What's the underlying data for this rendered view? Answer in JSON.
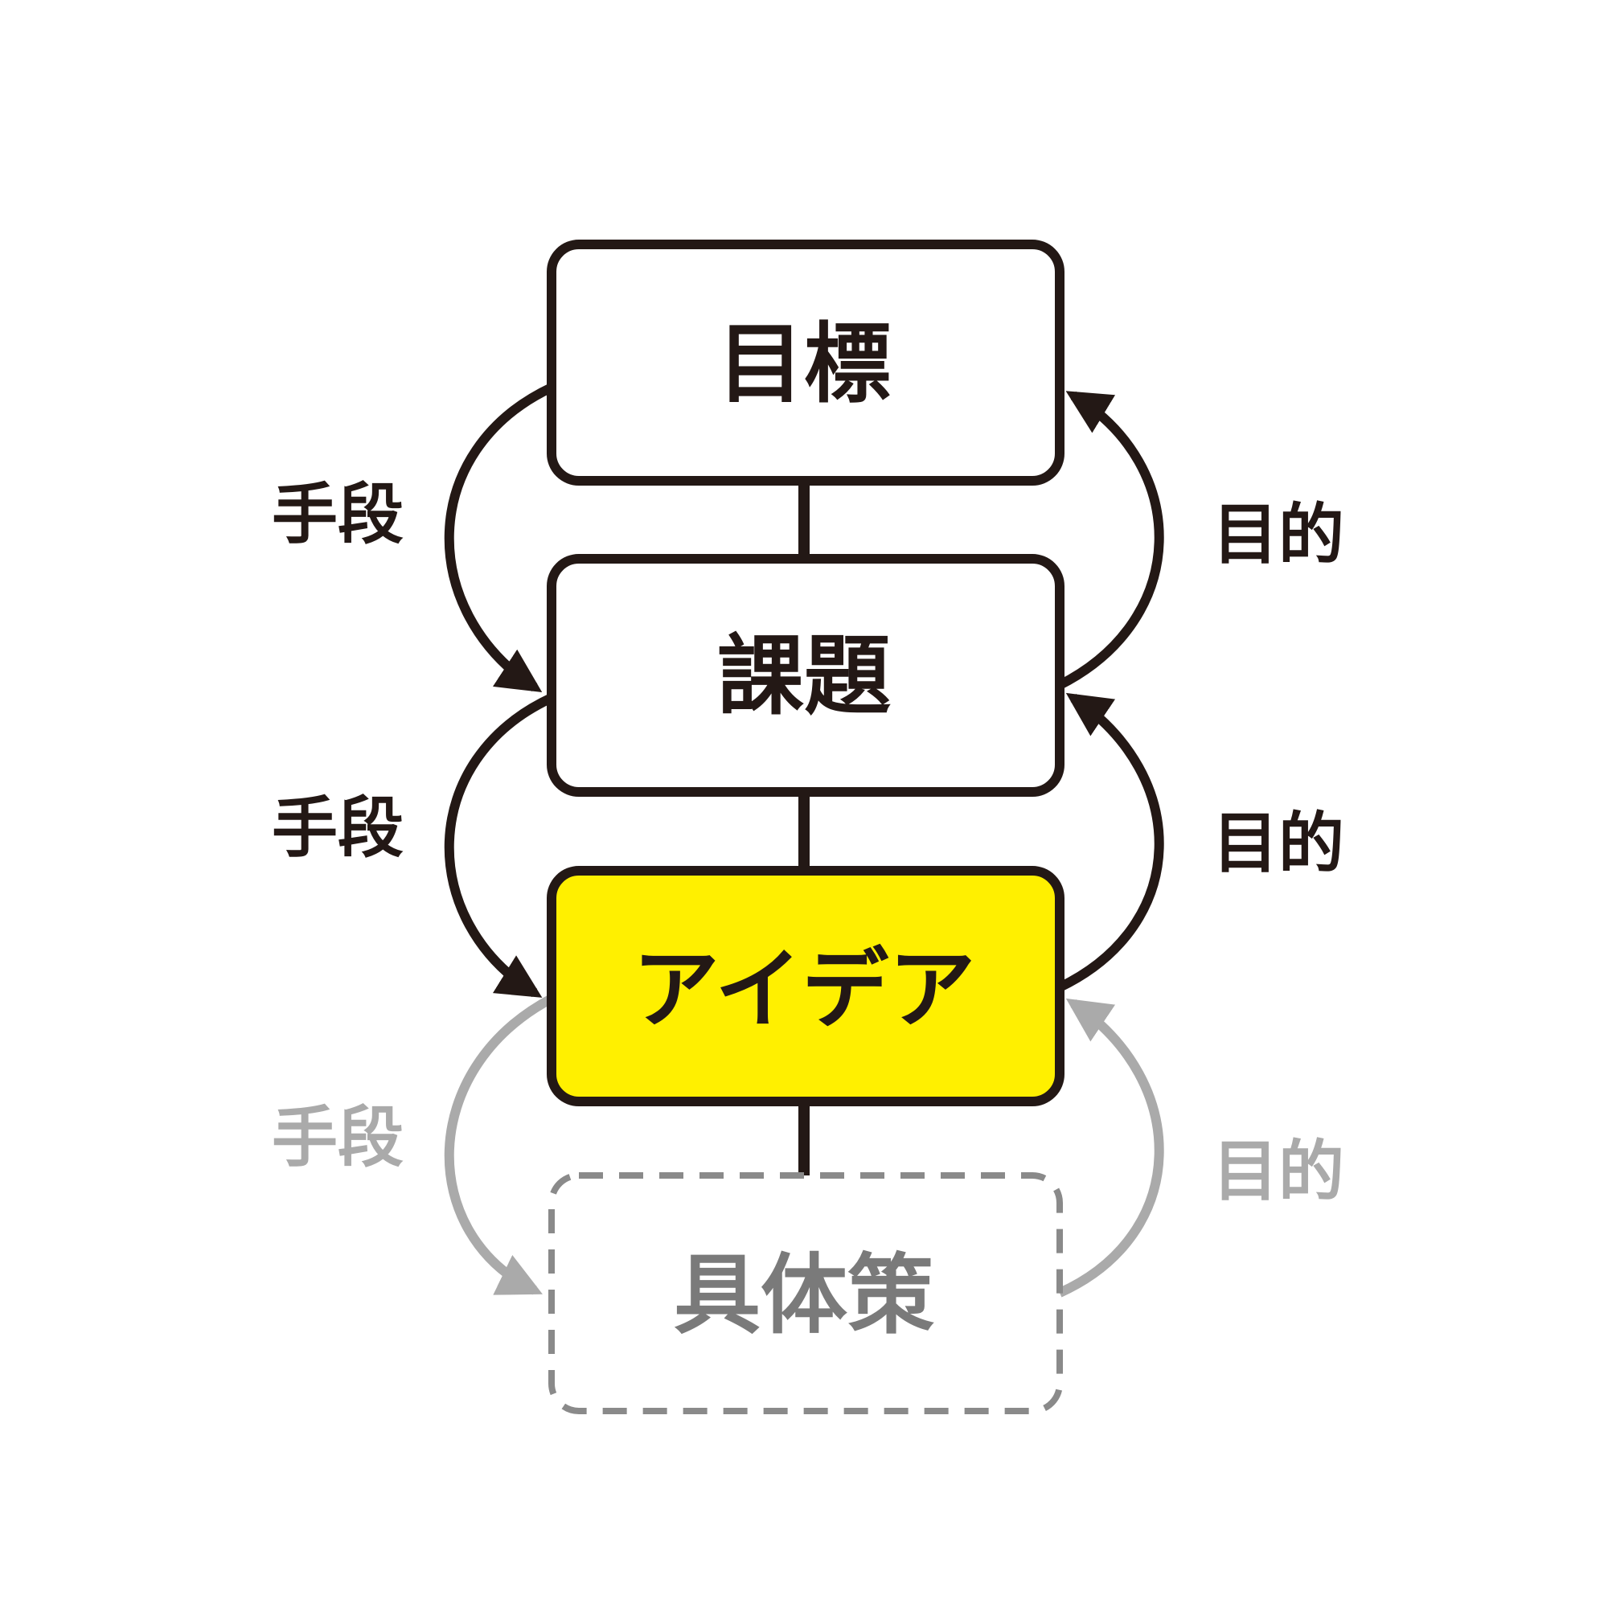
{
  "boxes": {
    "goal": "目標",
    "issue": "課題",
    "idea": "アイデア",
    "measure": "具体策"
  },
  "left_labels": {
    "label1": "手段",
    "label2": "手段",
    "label3": "手段"
  },
  "right_labels": {
    "label1": "目的",
    "label2": "目的",
    "label3": "目的"
  },
  "colors": {
    "dark": "#231815",
    "faded": "#aaaaaa",
    "highlight": "#fff000",
    "white": "#ffffff"
  }
}
